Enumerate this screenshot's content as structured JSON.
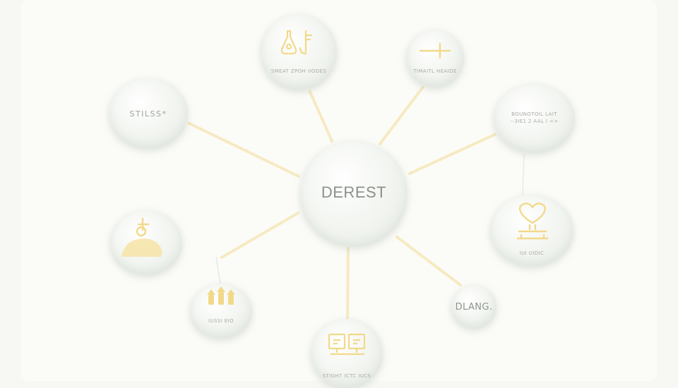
{
  "colors": {
    "connector": "#f5e6b2",
    "icon": "#f2d98a",
    "node_text": "#a9aca4"
  },
  "center": {
    "label": "DEREST"
  },
  "nodes": {
    "top_left_mid": {
      "label": "SMEAT ZPOH IIOOES",
      "icon": "flask-key-icon"
    },
    "top_right": {
      "label": "TIMAITL HEAIDE",
      "icon": "sword-icon"
    },
    "left_upper": {
      "label": "STILSS*"
    },
    "right_upper": {
      "label": "BOUNOTOIL LAIT\n--3IE1 2 AAL I <>"
    },
    "left_lower": {
      "icon": "bird-icon"
    },
    "right_lower": {
      "label": "IUI UIDIC",
      "icon": "heart-stand-icon"
    },
    "bottom_left": {
      "label": "IUSSI EIO",
      "icon": "people-icon"
    },
    "bottom_right": {
      "label": "DLANG."
    },
    "bottom": {
      "label": "STIGHT ICTC IUCS",
      "icon": "monitor-icon"
    }
  }
}
